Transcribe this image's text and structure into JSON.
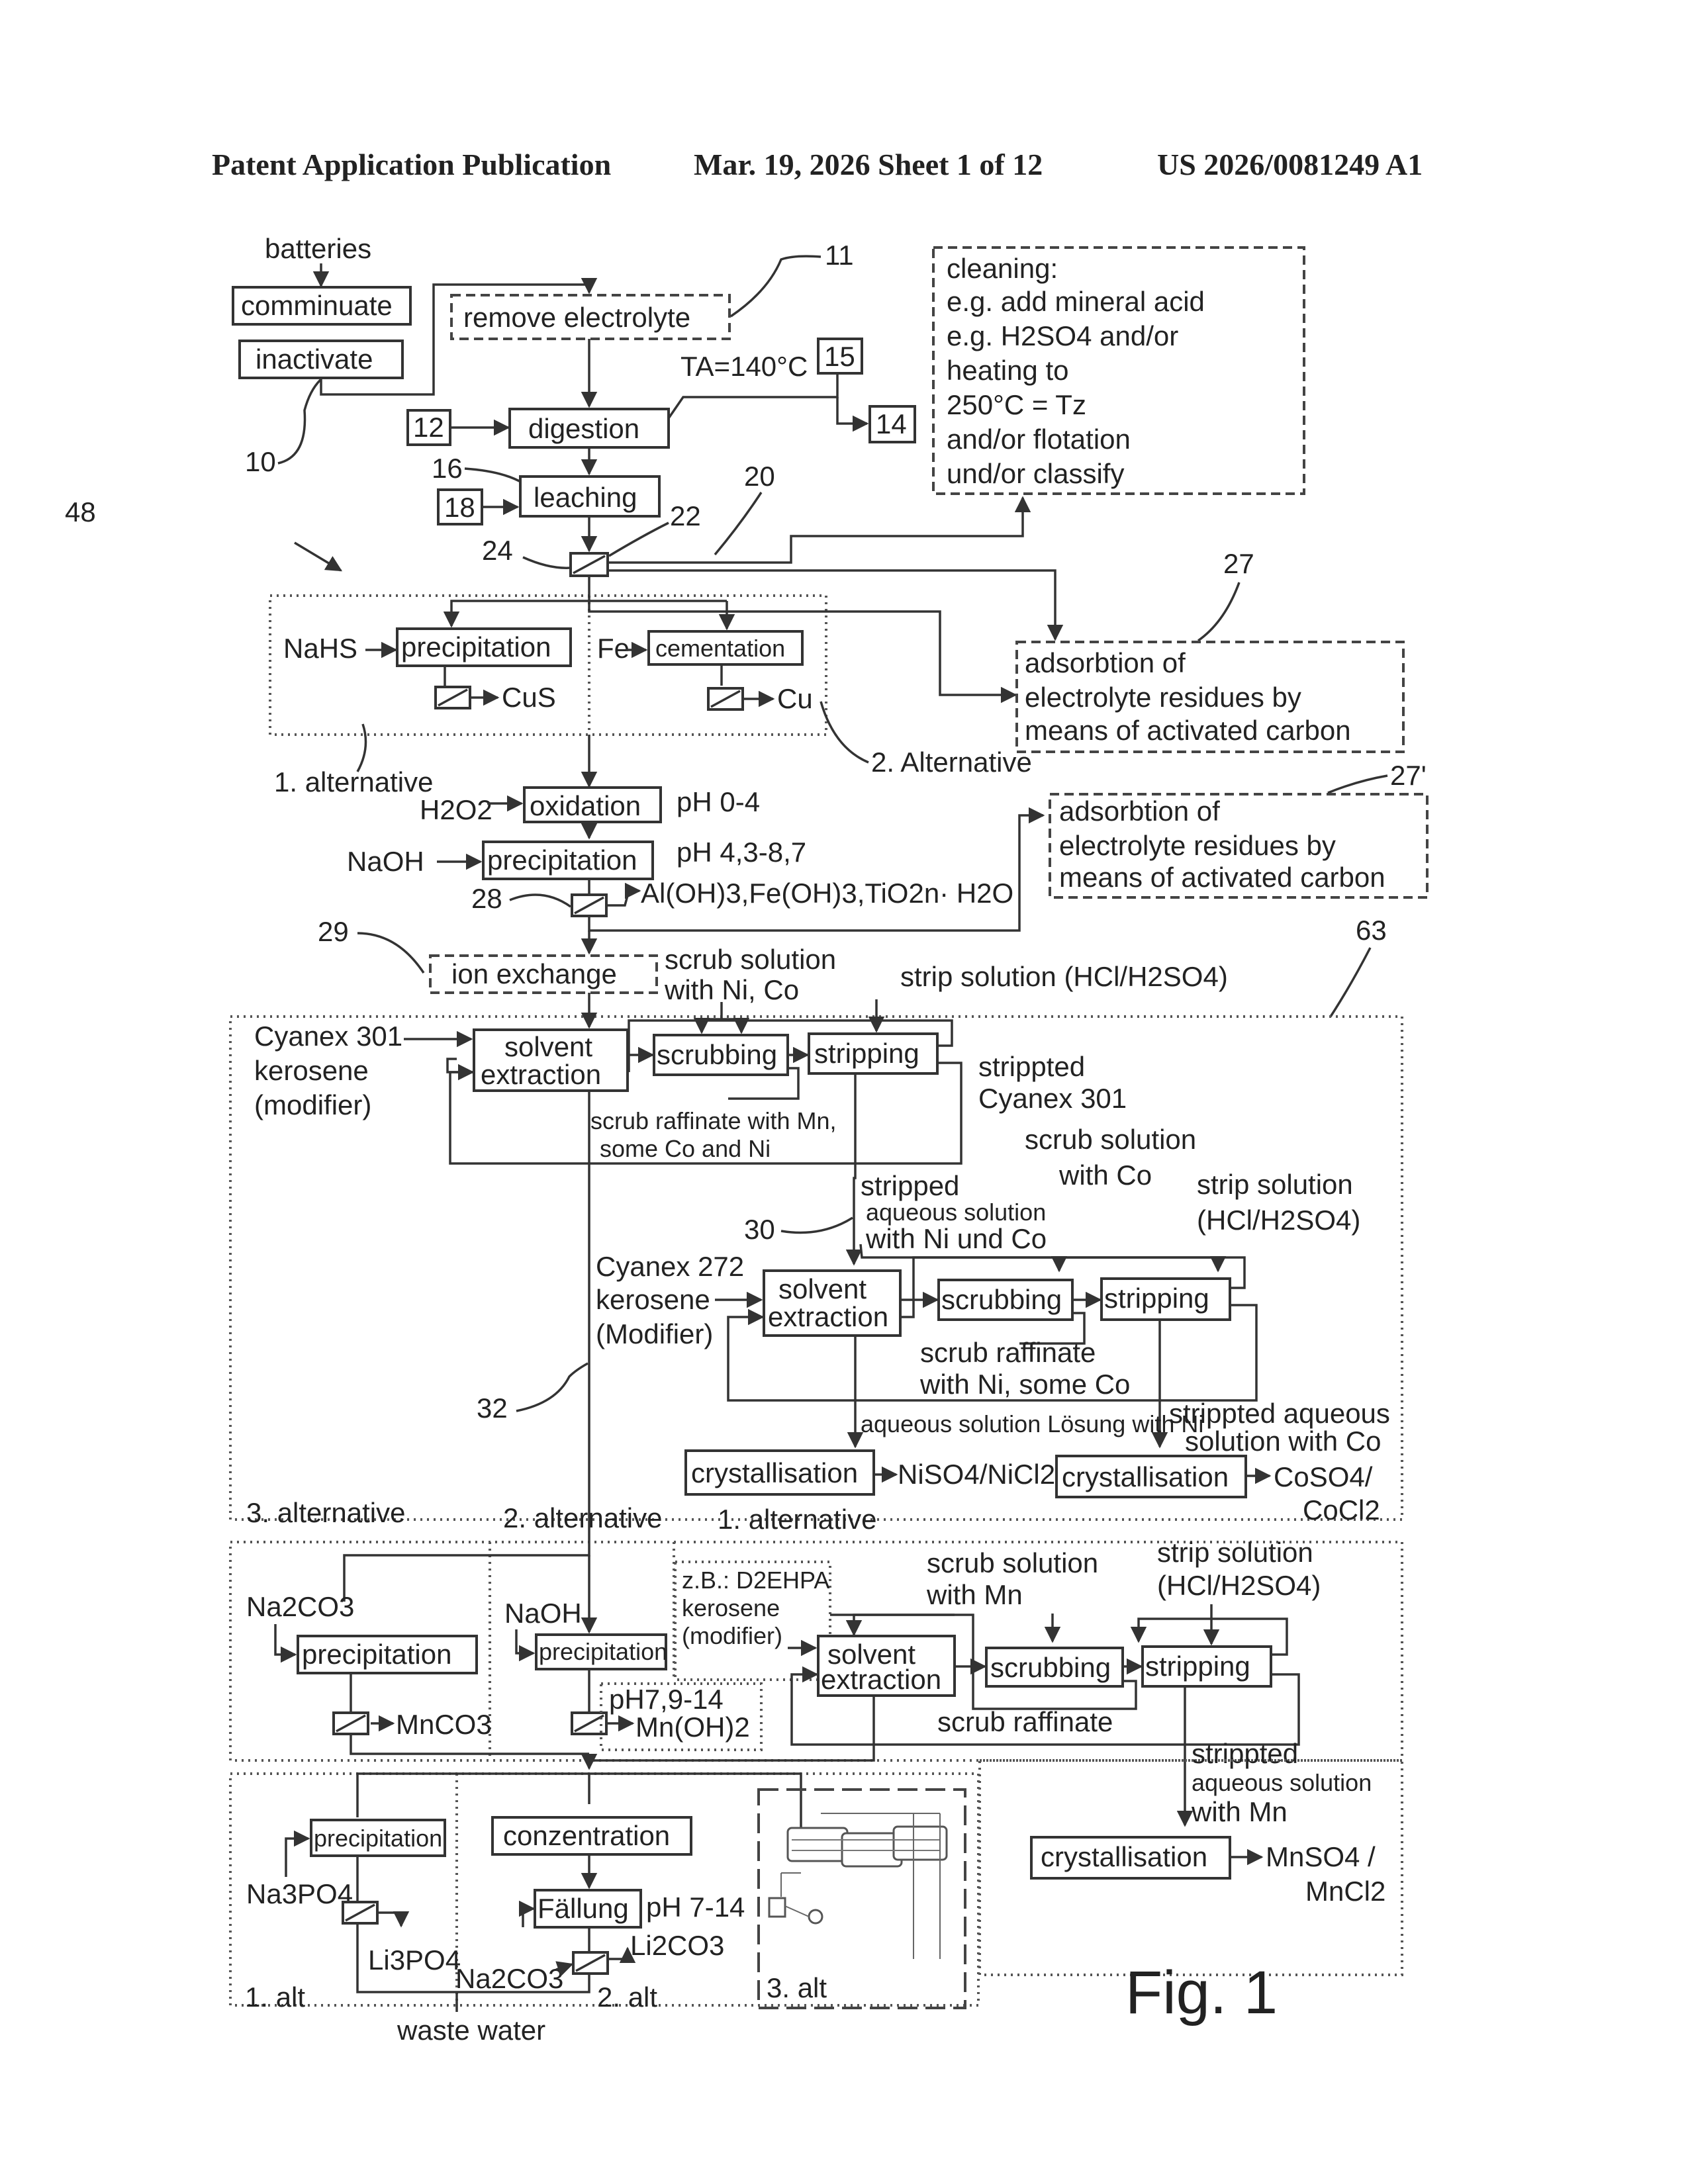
{
  "header": {
    "publication": "Patent Application Publication",
    "date_sheet": "Mar. 19, 2026  Sheet 1 of 12",
    "number": "US 2026/0081249 A1"
  },
  "figure_label": "Fig. 1",
  "refs": {
    "r10": "10",
    "r11": "11",
    "r12": "12",
    "r14": "14",
    "r15": "15",
    "r16": "16",
    "r18": "18",
    "r20": "20",
    "r22": "22",
    "r24": "24",
    "r27": "27",
    "r27p": "27'",
    "r28": "28",
    "r29": "29",
    "r30": "30",
    "r32": "32",
    "r48": "48",
    "r63": "63"
  },
  "top": {
    "batteries": "batteries",
    "comminuate": "comminuate",
    "inactivate": "inactivate",
    "remove_electrolyte": "remove electrolyte",
    "temp_a": "TA=140°C",
    "digestion": "digestion",
    "leaching": "leaching"
  },
  "cleaning": [
    "cleaning:",
    "e.g. add mineral acid",
    "e.g. H2SO4 and/or",
    "heating to",
    "250°C = Tz",
    "and/or flotation",
    "und/or classify"
  ],
  "copper": {
    "nahs": "NaHS",
    "precipitation": "precipitation",
    "cus": "CuS",
    "fe": "Fe",
    "cementation": "cementation",
    "cu": "Cu",
    "alt1": "1. alternative",
    "alt2": "2. Alternative"
  },
  "adsorption1": [
    "adsorbtion of",
    "electrolyte residues by",
    "means of activated carbon"
  ],
  "adsorption2": [
    "adsorbtion of",
    "electrolyte residues by",
    "means of activated carbon"
  ],
  "purification": {
    "h2o2": "H2O2",
    "oxidation": "oxidation",
    "ph_ox": "pH 0-4",
    "naoh": "NaOH",
    "precipitation": "precipitation",
    "ph_prec": "pH 4,3-8,7",
    "hydroxides": "Al(OH)3,Fe(OH)3,TiO2n· H2O",
    "ion_exchange": "ion exchange"
  },
  "sx1": {
    "scrub_solution": [
      "scrub solution",
      "with Ni, Co"
    ],
    "strip_solution": "strip solution (HCl/H2SO4)",
    "extractant": [
      "Cyanex 301",
      "kerosene",
      "(modifier)"
    ],
    "solvent_extraction": [
      "solvent",
      "extraction"
    ],
    "scrubbing": "scrubbing",
    "stripping": "stripping",
    "stripped_org": [
      "strippted",
      "Cyanex 301"
    ],
    "raffinate": [
      "scrub raffinate with Mn,",
      "some Co and Ni"
    ]
  },
  "sx2": {
    "scrub_solution": [
      "scrub solution",
      "with Co"
    ],
    "strip_solution": [
      "strip solution",
      "(HCl/H2SO4)"
    ],
    "stripped_aq": [
      "stripped",
      "aqueous  solution",
      "with Ni und Co"
    ],
    "extractant": [
      "Cyanex 272",
      "kerosene",
      "(Modifier)"
    ],
    "solvent_extraction": [
      "solvent",
      "extraction"
    ],
    "scrubbing": "scrubbing",
    "stripping": "stripping",
    "raffinate": [
      "scrub raffinate",
      "with Ni, some Co"
    ],
    "aq_ni": "aqueous solution Lösung with Ni",
    "stripped_co": [
      "strippted aqueous",
      "solution with Co"
    ],
    "cryst_ni": "crystallisation",
    "niso4": "NiSO4/NiCl2",
    "cryst_co": "crystallisation",
    "coso4": [
      "CoSO4/",
      "CoCl2"
    ]
  },
  "manganese": {
    "alt3": "3. alternative",
    "alt2": "2. alternative",
    "alt1": "1. alternative",
    "na2co3": "Na2CO3",
    "prec3": "precipitation",
    "mnco3": "MnCO3",
    "naoh": "NaOH",
    "prec2": "precipitation",
    "ph_mn": "pH7,9-14",
    "mnoh2": "Mn(OH)2",
    "extractant": [
      "z.B.: D2EHPA",
      "kerosene",
      "(modifier)"
    ],
    "scrub_solution": [
      "scrub solution",
      "with Mn"
    ],
    "strip_solution": [
      "strip solution",
      "(HCl/H2SO4)"
    ],
    "solvent_extraction": [
      "solvent",
      "extraction"
    ],
    "scrubbing": "scrubbing",
    "stripping": "stripping",
    "raffinate": "scrub raffinate",
    "stripped_mn": [
      "strippted",
      "aqueous solution",
      "with Mn"
    ],
    "cryst": "crystallisation",
    "mnso4": [
      "MnSO4 /",
      "MnCl2"
    ]
  },
  "lithium": {
    "prec": "precipitation",
    "na3po4": "Na3PO4",
    "li3po4": "Li3PO4",
    "alt1": "1. alt",
    "conc": "conzentration",
    "faellung": "Fällung",
    "ph": "pH 7-14",
    "na2co3": "Na2CO3",
    "li2co3": "Li2CO3",
    "alt2": "2. alt",
    "alt3": "3. alt",
    "waste_water": "waste water"
  }
}
